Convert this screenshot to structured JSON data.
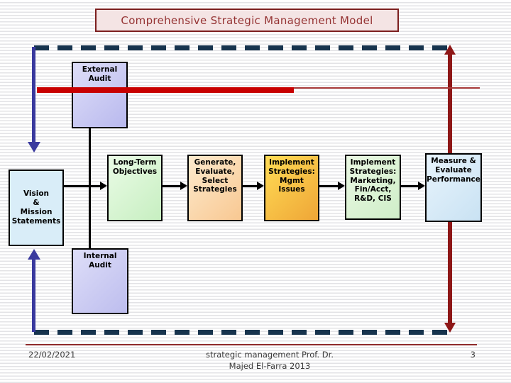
{
  "slide": {
    "title": "Comprehensive Strategic Management Model",
    "footer": {
      "date": "22/02/2021",
      "credit_line1": "strategic management Prof. Dr.",
      "credit_line2": "Majed El-Farra 2013",
      "page_number": "3"
    }
  },
  "diagram": {
    "external_audit": {
      "label": "External\nAudit"
    },
    "vision": {
      "label": "Vision\n&\nMission\nStatements"
    },
    "long_term_objectives": {
      "label": "Long-Term\nObjectives"
    },
    "generate_strategies": {
      "label": "Generate,\nEvaluate,\nSelect\nStrategies"
    },
    "implement_mgmt": {
      "label": "Implement\nStrategies:\nMgmt Issues"
    },
    "implement_functional": {
      "label": "Implement\nStrategies:\nMarketing,\nFin/Acct,\nR&D, CIS"
    },
    "measure_evaluate": {
      "label": "Measure &\nEvaluate\nPerformance"
    },
    "internal_audit": {
      "label": "Internal\nAudit"
    }
  },
  "colors": {
    "title_text": "#953333",
    "title_bg": "#f4e4e4",
    "title_border": "#7c1f1f",
    "dashed_border": "#17344e",
    "blue_arrow": "#39399e",
    "maroon_arrow": "#8e1717",
    "red_line": "#c80000",
    "footer_rule": "#8e2a2a",
    "box_border": "#000000"
  }
}
